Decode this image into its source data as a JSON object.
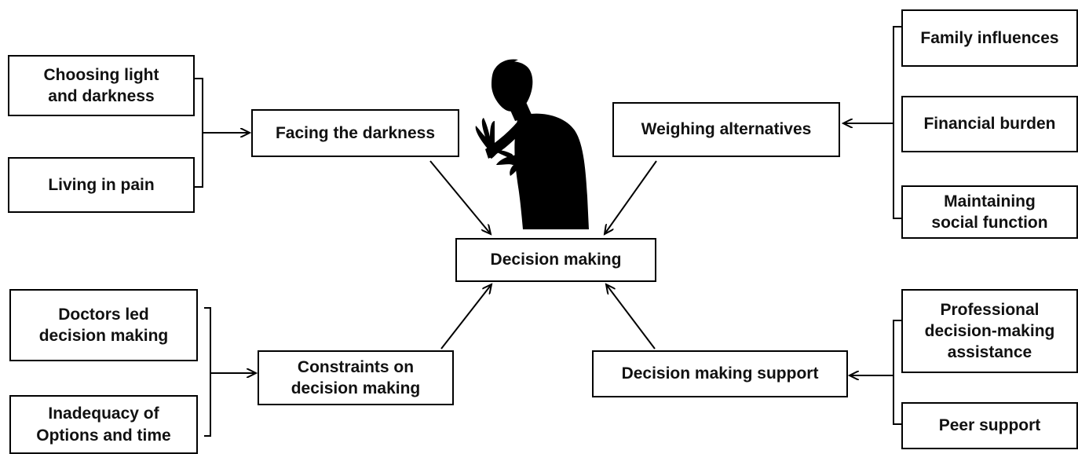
{
  "center": "Decision making",
  "themes": {
    "facing": "Facing the darkness",
    "weighing": "Weighing alternatives",
    "constraints": "Constraints on\ndecision making",
    "support": "Decision making support"
  },
  "subthemes": {
    "choosing": "Choosing  light\nand darkness",
    "pain": "Living in pain",
    "family": "Family influences",
    "financial": "Financial burden",
    "social": "Maintaining\nsocial function",
    "doctors": "Doctors led\ndecision making",
    "inadequacy": "Inadequacy of\nOptions and time",
    "professional": "Professional\ndecision-making\nassistance",
    "peer": "Peer support"
  }
}
